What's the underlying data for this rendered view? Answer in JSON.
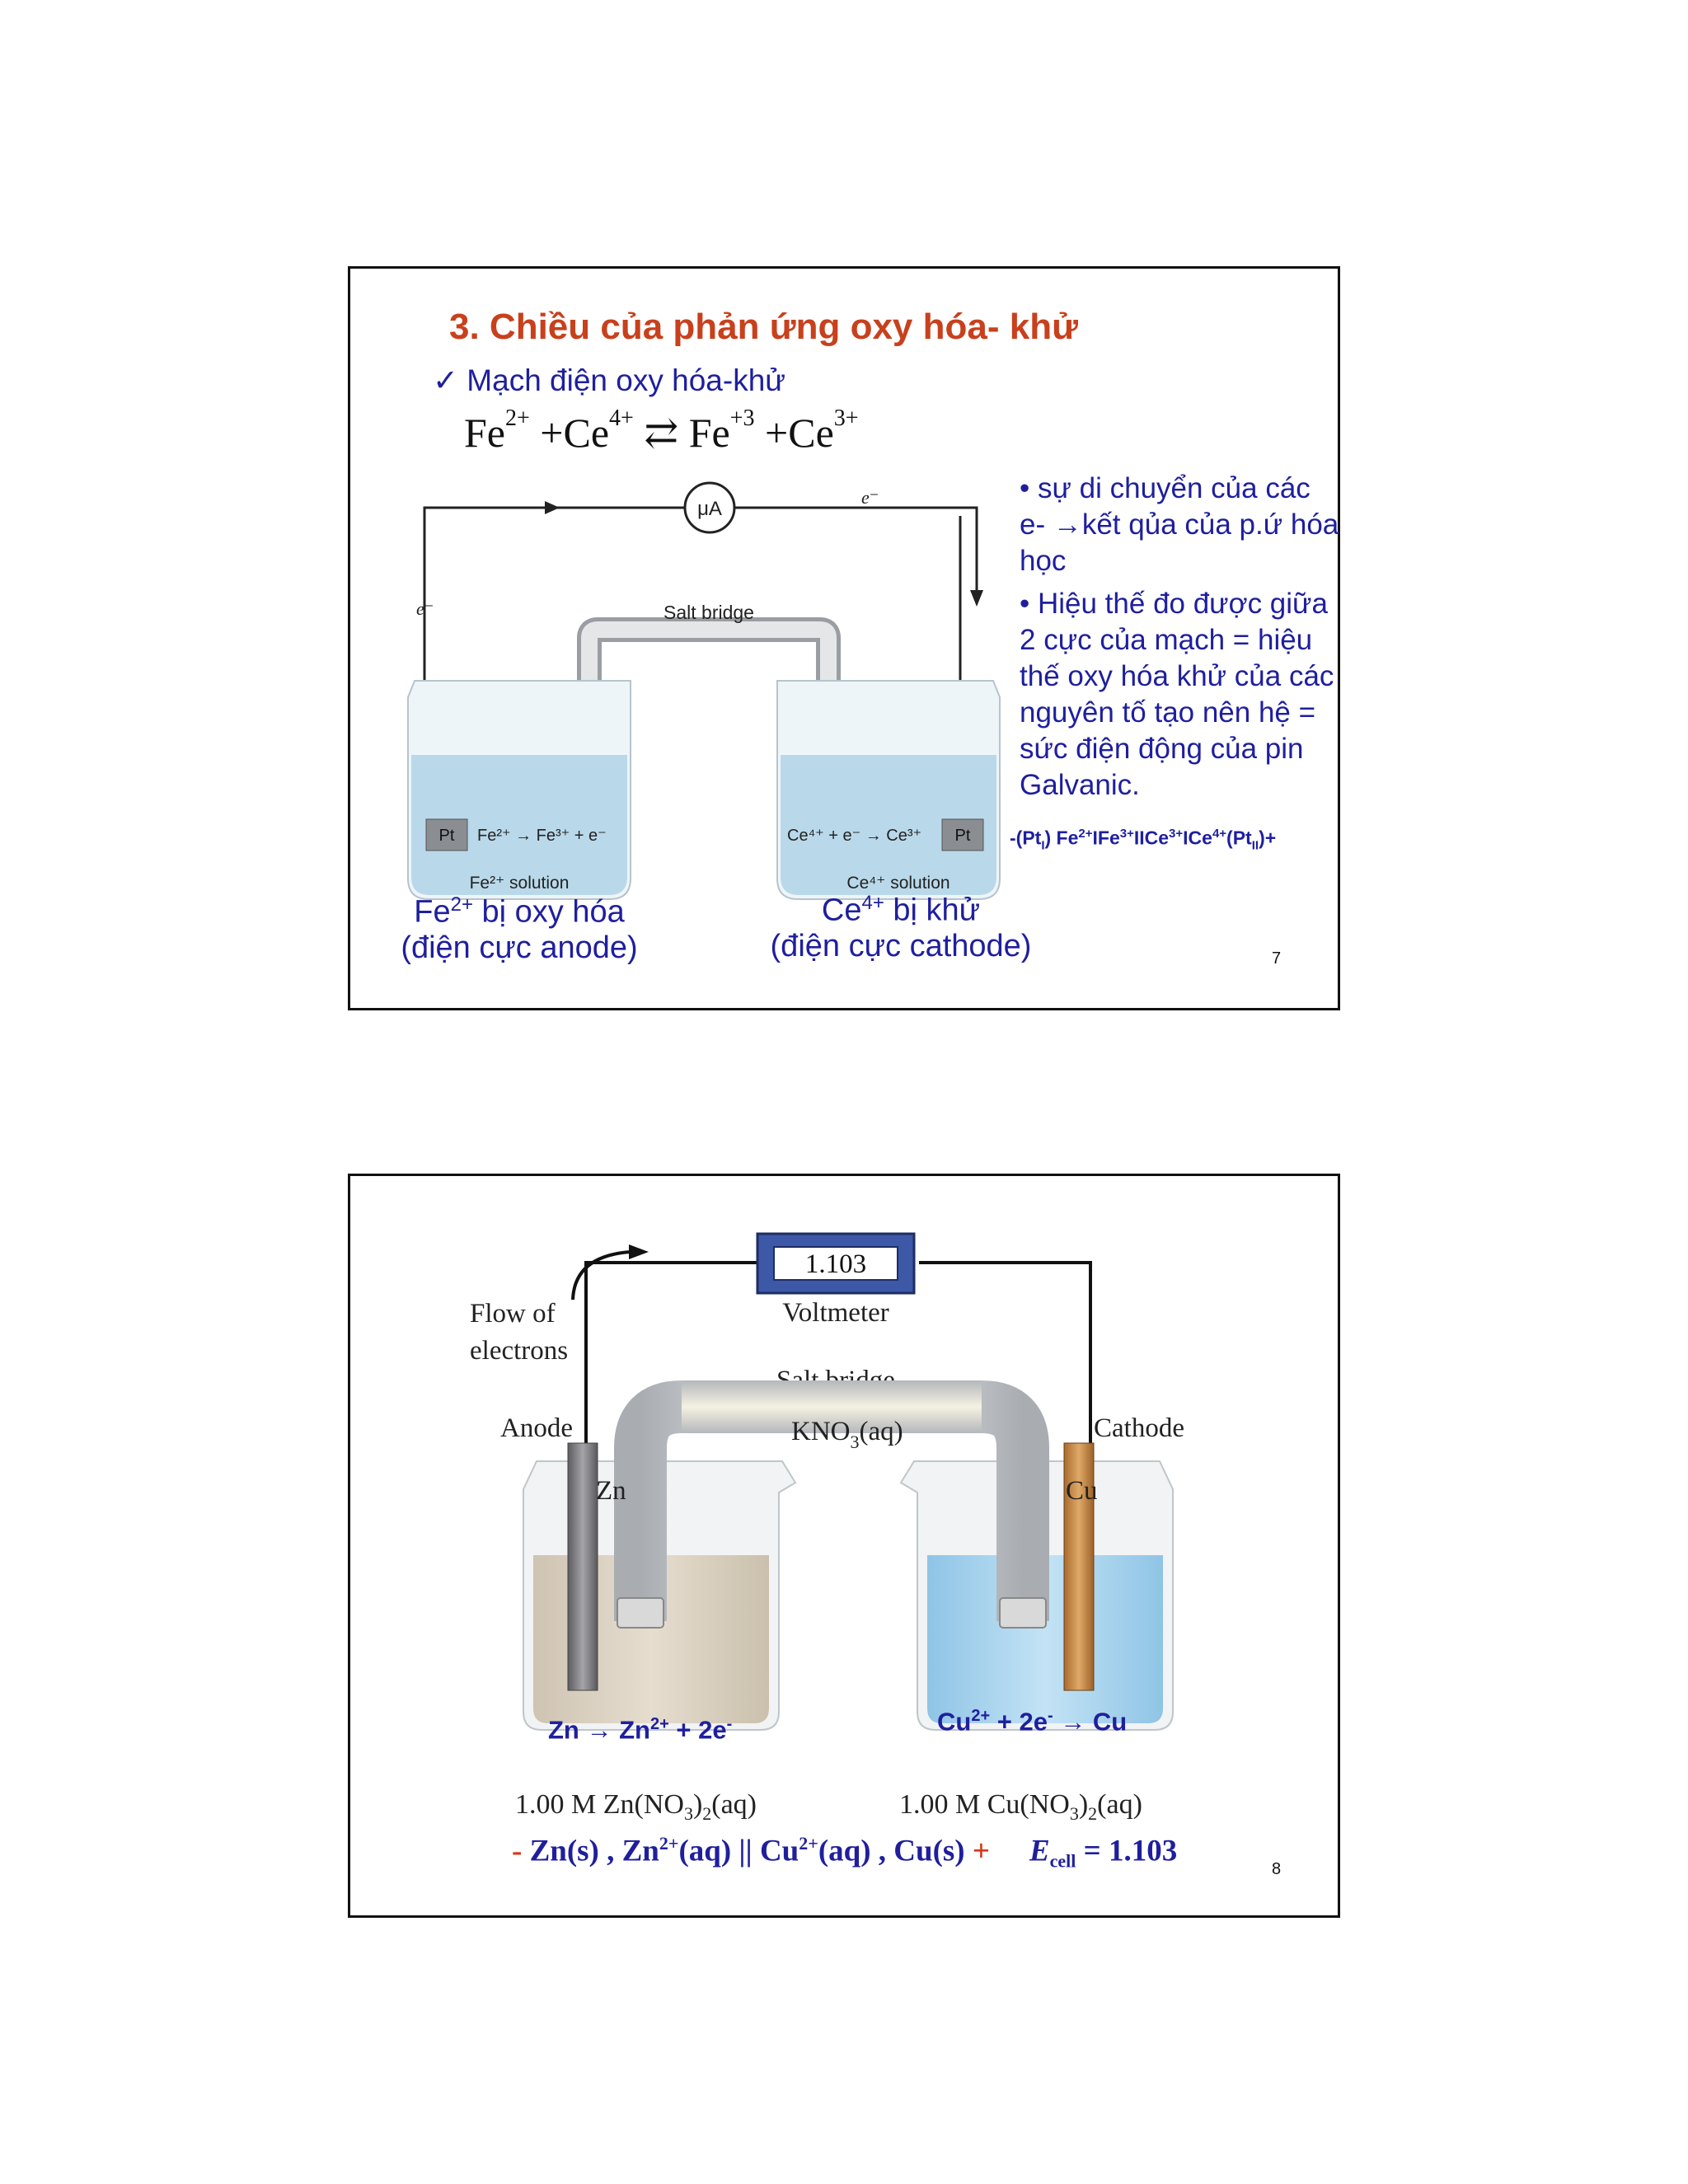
{
  "slide7": {
    "title": "3.  Chiều của phản ứng oxy hóa- khử",
    "check_icon": "✓",
    "subtitle": "Mạch điện oxy hóa-khử",
    "equation": {
      "fe": "Fe",
      "fe_charge": "2+",
      "plus1": "+",
      "ce": "Ce",
      "ce_charge": "4+",
      "arrow": "⇄",
      "fe2": "Fe",
      "fe2_charge": "+3",
      "plus2": "+",
      "ce2": "Ce",
      "ce2_charge": "3+"
    },
    "bullets": [
      "• sự di chuyển của các e- →kết qủa của p.ứ hóa học",
      "• Hiệu thế đo được giữa 2 cực của mạch = hiệu thế oxy hóa khử của các nguyên tố tạo nên hệ = sức điện động của pin Galvanic."
    ],
    "cell_notation": {
      "a": "-(Pt",
      "b": "I",
      "c": ") Fe",
      "d": "2+",
      "e": "IFe",
      "f": "3+",
      "g": "IICe",
      "h": "3+",
      "i": "ICe",
      "j": "4+",
      "k": "(Pt",
      "l": "II",
      "m": ")+"
    },
    "diagram": {
      "ammeter": "μA",
      "electron_left": "e⁻",
      "electron_right": "e⁻",
      "salt_bridge": "Salt bridge",
      "left_electrode": "Pt",
      "left_reaction": "Fe²⁺ → Fe³⁺ + e⁻",
      "left_solution": "Fe²⁺ solution",
      "right_electrode": "Pt",
      "right_reaction": "Ce⁴⁺ + e⁻ → Ce³⁺",
      "right_solution": "Ce⁴⁺ solution"
    },
    "caption_left": {
      "a": "Fe",
      "b": "2+",
      "c": " bị oxy hóa",
      "line2": "(điện cực anode)"
    },
    "caption_right": {
      "a": "Ce",
      "b": "4+",
      "c": " bị khử",
      "line2": "(điện cực cathode)"
    },
    "page_number": "7"
  },
  "slide8": {
    "voltmeter_reading": "1.103",
    "voltmeter_label": "Voltmeter",
    "flow_label_1": "Flow of",
    "flow_label_2": "electrons",
    "salt_bridge_1": "Salt bridge",
    "salt_bridge_2": "KNO",
    "salt_bridge_sub": "3",
    "salt_bridge_3": "(aq)",
    "anode_label": "Anode",
    "cathode_label": "Cathode",
    "zn_label": "Zn",
    "cu_label": "Cu",
    "left_reaction": {
      "a": "Zn → Zn",
      "b": "2+",
      "c": " + 2e",
      "d": "-"
    },
    "right_reaction": {
      "a": "Cu",
      "b": "2+",
      "c": " + 2e",
      "d": "-",
      "e": " → Cu"
    },
    "left_solution": {
      "a": "1.00 M Zn(NO",
      "b": "3",
      "c": ")",
      "d": "2",
      "e": "(aq)"
    },
    "right_solution": {
      "a": "1.00 M Cu(NO",
      "b": "3",
      "c": ")",
      "d": "2",
      "e": "(aq)"
    },
    "notation": {
      "minus": "- ",
      "a": "Zn(s) , Zn",
      "b": "2+",
      "c": "(aq)  ||  Cu",
      "d": "2+",
      "e": "(aq) , Cu(s) ",
      "plus": "+",
      "ecell": "E",
      "ecell_sub": "cell",
      "value": " = 1.103"
    },
    "page_number": "8"
  },
  "colors": {
    "title": "#c8401c",
    "text_blue": "#1f1f9e",
    "solution_blue": "#b9d9ea",
    "zn_solution": "#d8cdbb",
    "cu_solution": "#a9d3ec",
    "copper": "#c98a45",
    "zinc": "#7d7d80"
  }
}
